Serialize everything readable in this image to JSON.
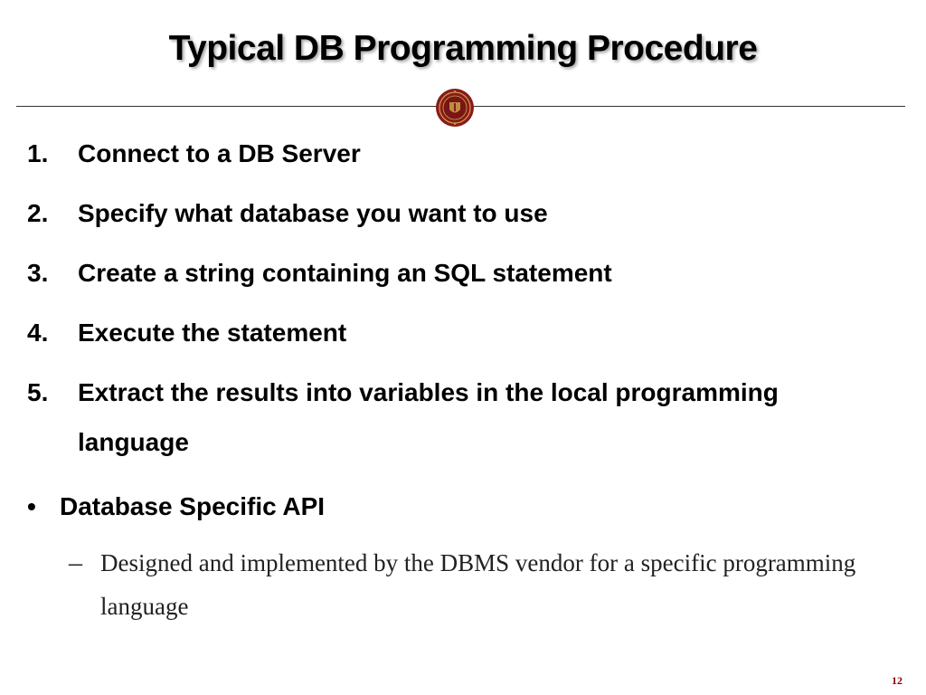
{
  "slide": {
    "title": "Typical DB Programming Procedure",
    "steps": [
      {
        "num": "1.",
        "text": "Connect to a DB Server"
      },
      {
        "num": "2.",
        "text": "Specify what database you want to use"
      },
      {
        "num": "3.",
        "text": "Create a string containing an SQL statement"
      },
      {
        "num": "4.",
        "text": "Execute the statement"
      },
      {
        "num": "5.",
        "text": "Extract the results into variables in the local programming language"
      }
    ],
    "bullet": {
      "symbol": "•",
      "text": "Database Specific API"
    },
    "sub_bullet": {
      "symbol": "–",
      "text": "Designed and implemented by the DBMS vendor for a specific programming language"
    },
    "page_number": "12"
  },
  "colors": {
    "seal_red": "#8b1a1a",
    "seal_gold": "#c9a24a",
    "page_number": "#8b0000"
  }
}
